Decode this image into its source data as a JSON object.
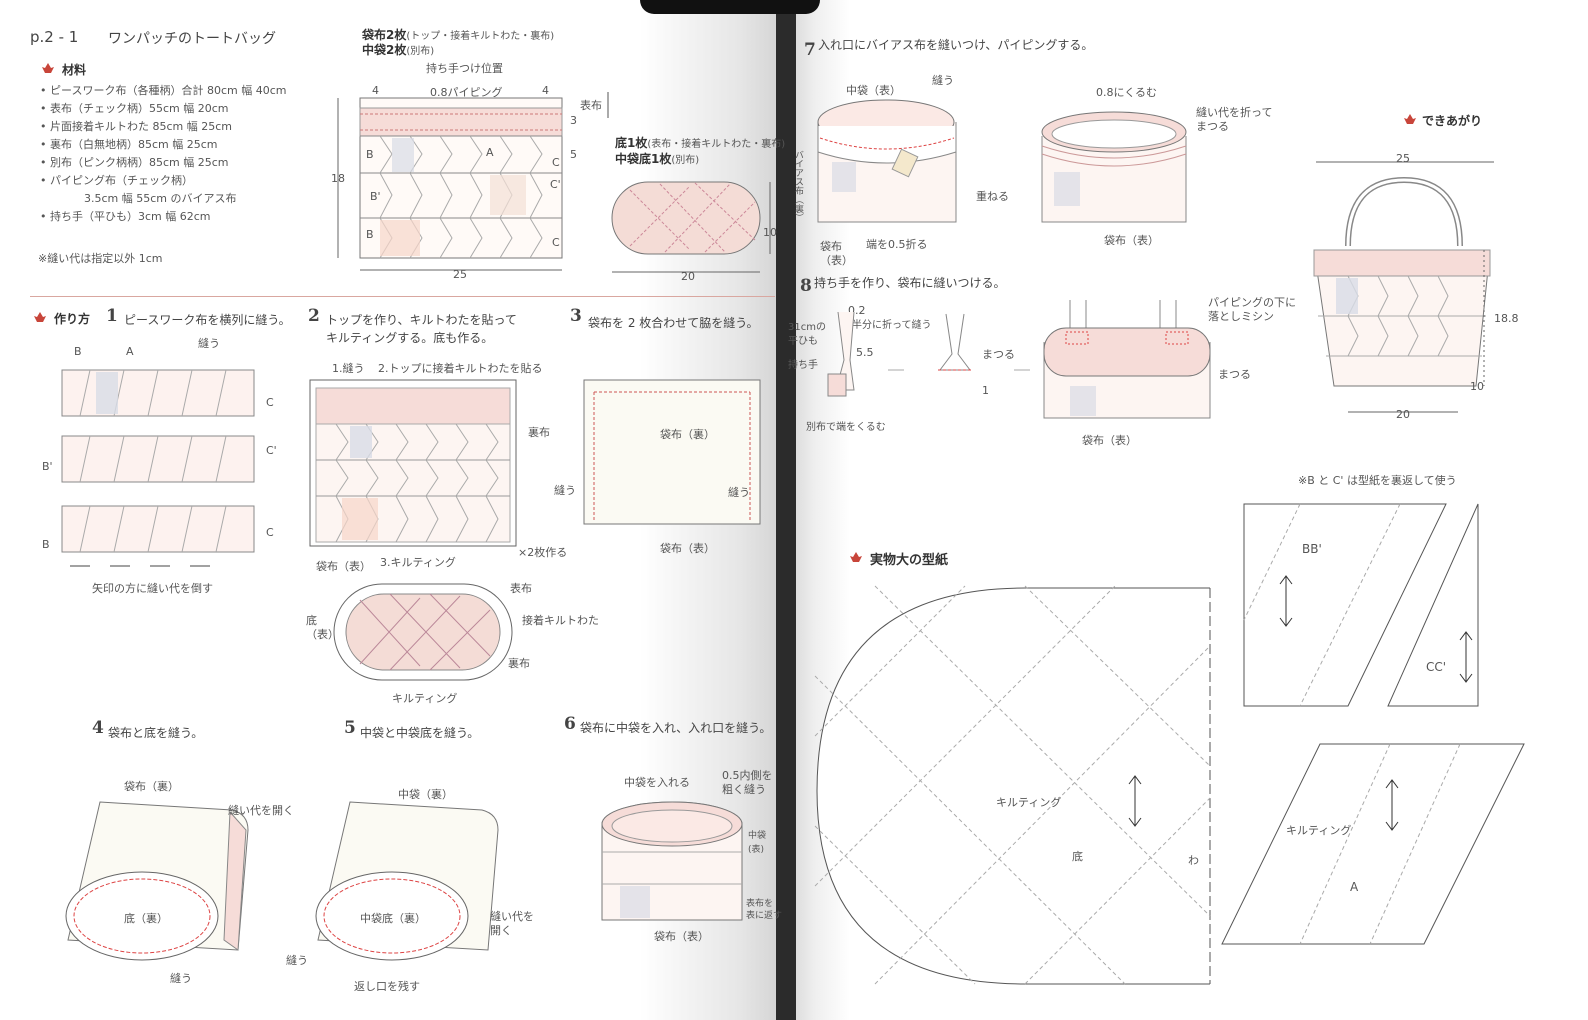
{
  "left_page": {
    "header": {
      "page_ref": "p.2 - 1",
      "title": "ワンパッチのトートバッグ"
    },
    "materials": {
      "heading": "材料",
      "items": [
        "ピースワーク布（各種柄）合計 80cm 幅 40cm",
        "表布（チェック柄）55cm 幅 20cm",
        "片面接着キルトわた 85cm 幅 25cm",
        "裏布（白無地柄）85cm 幅 25cm",
        "別布（ピンク柄柄）85cm 幅 25cm",
        "パイピング布（チェック柄）",
        "3.5cm 幅 55cm のバイアス布",
        "持ち手（平ひも）3cm 幅 62cm"
      ],
      "note": "※縫い代は指定以外 1cm"
    },
    "main_diagram": {
      "title1": "袋布2枚",
      "title1_sub": "(トップ・接着キルトわた・裏布)",
      "title2": "中袋2枚",
      "title2_sub": "(別布)",
      "handle_pos": "持ち手つけ位置",
      "piping": "0.8パイピング",
      "dim_left": "4",
      "dim_right": "4",
      "dim_3": "3",
      "dim_5": "5",
      "outer_label": "表布",
      "height": "18",
      "width": "25",
      "pieces": [
        "B",
        "A",
        "C",
        "B'",
        "C'",
        "B",
        "C"
      ]
    },
    "bottom_diagram": {
      "title1": "底1枚",
      "title1_sub": "(表布・接着キルトわた・裏布)",
      "title2": "中袋底1枚",
      "title2_sub": "(別布)",
      "width": "20",
      "height": "10"
    },
    "howto": {
      "heading": "作り方",
      "steps": [
        {
          "n": "1",
          "text": "ピースワーク布を横列に縫う。"
        },
        {
          "n": "2",
          "text": "トップを作り、キルトわたを貼って",
          "text2": "キルティングする。底も作る。"
        },
        {
          "n": "3",
          "text": "袋布を 2 枚合わせて脇を縫う。"
        },
        {
          "n": "4",
          "text": "袋布と底を縫う。"
        },
        {
          "n": "5",
          "text": "中袋と中袋底を縫う。"
        },
        {
          "n": "6",
          "text": "袋布に中袋を入れ、入れ口を縫う。"
        }
      ]
    },
    "step1": {
      "labels": [
        "B",
        "A",
        "縫う",
        "C",
        "B'",
        "C'",
        "B",
        "C"
      ],
      "note": "矢印の方に縫い代を倒す"
    },
    "step2": {
      "label1": "1.縫う",
      "label2": "2.トップに接着キルトわたを貼る",
      "ura": "裏布",
      "fukuro": "袋布（表）",
      "quilt": "3.キルティング",
      "times": "×2枚作る",
      "oval": {
        "omote": "表布",
        "setchaku": "接着キルトわた",
        "soko": "底",
        "soko2": "（表）",
        "ura": "裏布",
        "quilt": "キルティング"
      }
    },
    "step3": {
      "inner": "袋布（裏）",
      "nuu_l": "縫う",
      "nuu_r": "縫う",
      "bottom": "袋布（表）"
    },
    "step4": {
      "top": "袋布（裏）",
      "open": "縫い代を開く",
      "center": "底（裏）",
      "nuu": "縫う"
    },
    "step5": {
      "top": "中袋（裏）",
      "center": "中袋底（裏）",
      "open": "縫い代を",
      "open2": "開く",
      "nuu": "縫う",
      "leave": "返し口を残す"
    },
    "step6": {
      "insert": "中袋を入れる",
      "inner": "0.5内側を",
      "inner2": "粗く縫う",
      "naka": "中袋",
      "naka2": "(表)",
      "side": "表布を",
      "side2": "表に返す",
      "bottom": "袋布（表）"
    }
  },
  "right_page": {
    "step7": {
      "n": "7",
      "text": "入れ口にバイアス布を縫いつけ、パイピングする。",
      "naka": "中袋（表）",
      "nuu": "縫う",
      "bias": "バイアス布（裏）",
      "kasaneru": "重ねる",
      "fukuro": "袋布",
      "fukuro2": "（表）",
      "hashi": "端を0.5折る",
      "kurumu": "0.8にくるむ",
      "matsuru": "縫い代を折って",
      "matsuru2": "まつる",
      "bottom": "袋布（表）"
    },
    "step8": {
      "n": "8",
      "text": "持ち手を作り、袋布に縫いつける。",
      "len": "31cmの",
      "len2": "平ひも",
      "val1": "0.2",
      "fold": "半分に折って縫う",
      "val2": "5.5",
      "handle": "持ち手",
      "kurumu": "別布で端をくるむ",
      "matsuru": "まつる",
      "val3": "1",
      "piping": "パイピングの下に",
      "piping2": "落としミシン",
      "matsuru2": "まつる",
      "bottom": "袋布（表）"
    },
    "finished": {
      "heading": "できあがり",
      "w_top": "25",
      "height": "18.8",
      "depth": "10",
      "w_bottom": "20"
    },
    "pattern": {
      "heading": "実物大の型紙",
      "note": "※B と C' は型紙を裏返して使う",
      "quilt": "キルティング",
      "soko": "底",
      "wa": "わ",
      "bb": "BB'",
      "cc": "CC'",
      "quilt2": "キルティング",
      "a": "A"
    }
  }
}
